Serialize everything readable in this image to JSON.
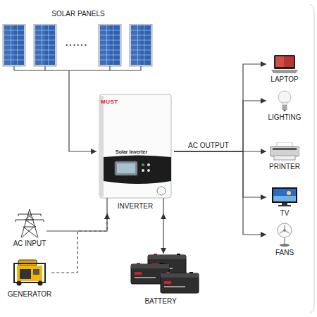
{
  "diagram": {
    "nodes": [
      {
        "text": [
          "SOLAR PANELS"
        ]
      },
      {
        "text": [
          "INVERTER"
        ]
      },
      {
        "text": [
          "LAPTOP"
        ]
      },
      {
        "text": [
          "LIGHTING"
        ]
      },
      {
        "text": [
          "PRINTER"
        ]
      },
      {
        "text": [
          "TV"
        ]
      },
      {
        "text": [
          "FANS"
        ]
      },
      {
        "text": [
          "AC INPUT"
        ]
      },
      {
        "text": [
          "GENERATOR"
        ]
      },
      {
        "text": [
          "BATTERY"
        ]
      }
    ],
    "edges": [
      {
        "from": 0,
        "to": 1,
        "arrow": "to"
      },
      {
        "from": 1,
        "to": 2,
        "arrow": "to"
      },
      {
        "from": 1,
        "to": 3,
        "arrow": "to"
      },
      {
        "from": 1,
        "to": 4,
        "label": "AC OUTPUT",
        "arrow": "to"
      },
      {
        "from": 1,
        "to": 5,
        "arrow": "to"
      },
      {
        "from": 1,
        "to": 6,
        "arrow": "to"
      },
      {
        "from": 7,
        "to": 1,
        "arrow": "to"
      },
      {
        "from": 8,
        "to": 1,
        "arrow": "to"
      },
      {
        "from": 1,
        "to": 9,
        "arrow": "both"
      }
    ],
    "labels": [
      "......",
      "MUST",
      "Solar Inverter"
    ]
  }
}
